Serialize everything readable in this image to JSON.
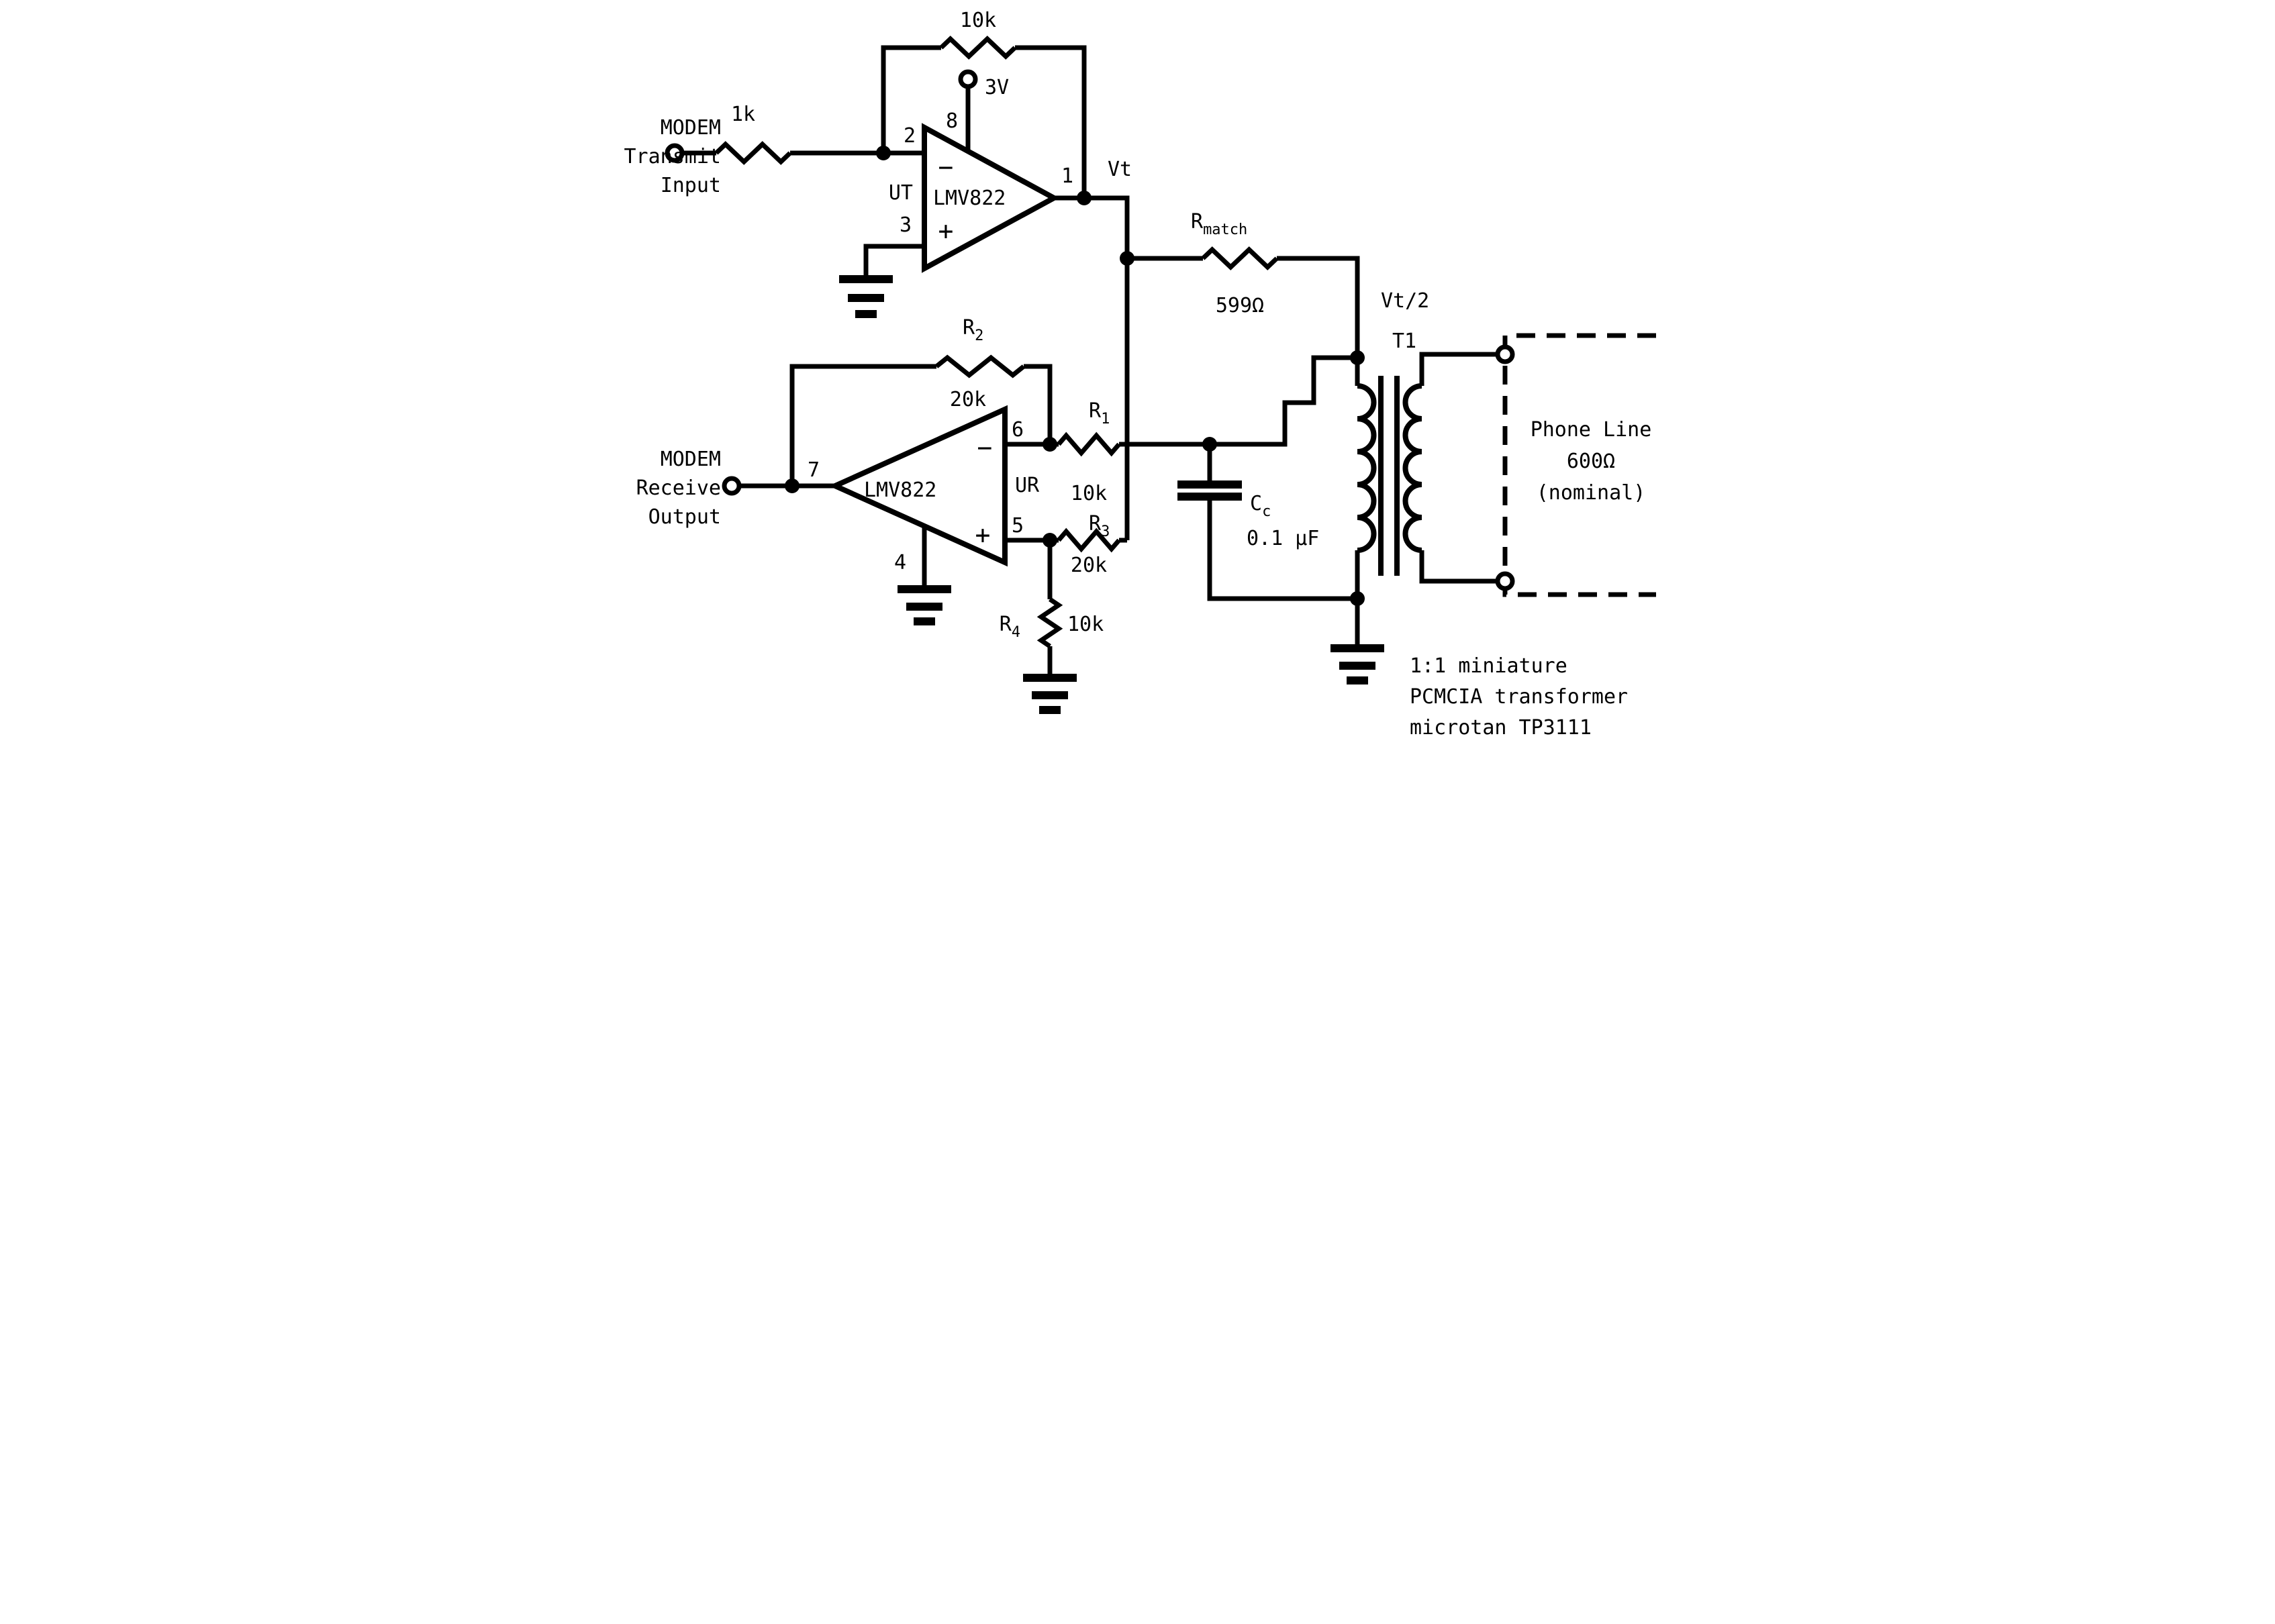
{
  "colors": {
    "ink": "#000000",
    "background": "#ffffff"
  },
  "transmit": {
    "port_label_lines": [
      "MODEM",
      "Transmit",
      "Input"
    ],
    "series_resistor_value": "1k",
    "feedback_resistor_value": "10k",
    "opamp": {
      "part": "LMV822",
      "designator": "UT",
      "inverting_pin": "2",
      "noninverting_pin": "3",
      "supply_pin": "8",
      "output_pin": "1",
      "supply_voltage": "3V",
      "minus": "−",
      "plus": "+"
    },
    "output_net": "Vt"
  },
  "line_interface": {
    "match_resistor": {
      "name": "R",
      "sub": "match",
      "value": "599Ω"
    },
    "half_voltage_net": "Vt/2",
    "transformer_designator": "T1",
    "coupling_cap": {
      "name": "C",
      "sub": "c",
      "value": "0.1 µF"
    }
  },
  "receive": {
    "port_label_lines": [
      "MODEM",
      "Receive",
      "Output"
    ],
    "opamp": {
      "part": "LMV822",
      "designator": "UR",
      "inverting_pin": "6",
      "noninverting_pin": "5",
      "ground_pin": "4",
      "output_pin": "7",
      "minus": "−",
      "plus": "+"
    },
    "r1": {
      "name": "R",
      "sub": "1",
      "value": "10k"
    },
    "r2": {
      "name": "R",
      "sub": "2",
      "value": "20k"
    },
    "r3": {
      "name": "R",
      "sub": "3",
      "value": "20k"
    },
    "r4": {
      "name": "R",
      "sub": "4",
      "value": "10k"
    }
  },
  "phone_line": {
    "label_lines": [
      "Phone Line",
      "600Ω",
      "(nominal)"
    ]
  },
  "transformer_note_lines": [
    "1:1 miniature",
    "PCMCIA transformer",
    "microtan TP3111"
  ]
}
